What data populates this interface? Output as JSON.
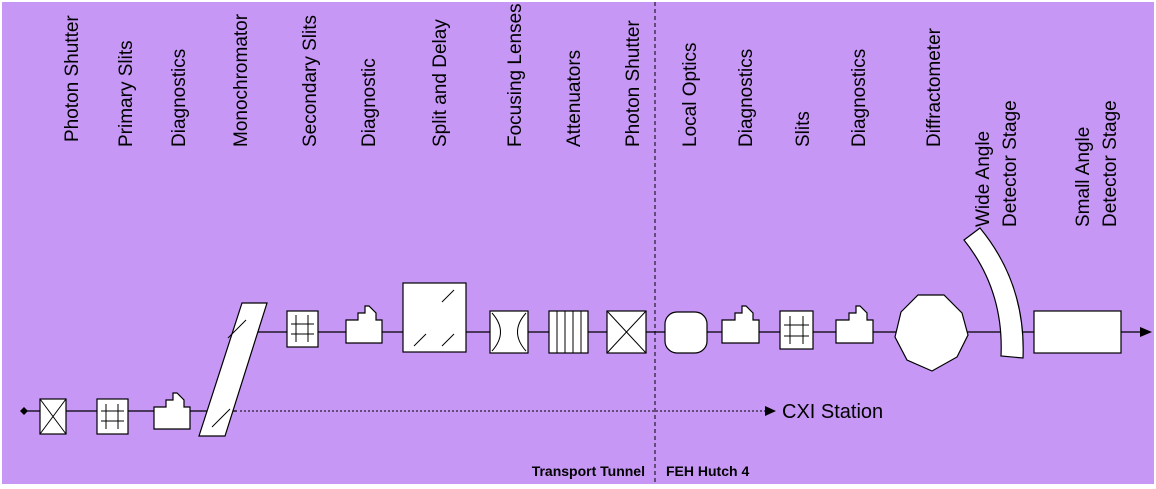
{
  "diagram": {
    "background_color": "#c697f5",
    "components": [
      {
        "label": "Photon Shutter",
        "icon": "shutter-icon"
      },
      {
        "label": "Primary Slits",
        "icon": "slits-icon"
      },
      {
        "label": "Diagnostics",
        "icon": "diagnostic-icon"
      },
      {
        "label": "Monochromator",
        "icon": "monochromator-icon"
      },
      {
        "label": "Secondary Slits",
        "icon": "slits-icon"
      },
      {
        "label": "Diagnostic",
        "icon": "diagnostic-icon"
      },
      {
        "label": "Split and Delay",
        "icon": "split-delay-icon"
      },
      {
        "label": "Focusing Lenses",
        "icon": "lens-icon"
      },
      {
        "label": "Attenuators",
        "icon": "attenuator-icon"
      },
      {
        "label": "Photon Shutter",
        "icon": "shutter-icon"
      },
      {
        "label": "Local Optics",
        "icon": "local-optics-icon"
      },
      {
        "label": "Diagnostics",
        "icon": "diagnostic-icon"
      },
      {
        "label": "Slits",
        "icon": "slits-icon"
      },
      {
        "label": "Diagnostics",
        "icon": "diagnostic-icon"
      },
      {
        "label": "Diffractometer",
        "icon": "diffractometer-icon"
      },
      {
        "label_lines": [
          "Wide Angle",
          "Detector Stage"
        ],
        "icon": "wide-angle-detector-icon"
      },
      {
        "label_lines": [
          "Small Angle",
          "Detector Stage"
        ],
        "icon": "small-angle-detector-icon"
      }
    ],
    "station_label": "CXI Station",
    "regions": [
      "Transport Tunnel",
      "FEH Hutch 4"
    ]
  }
}
